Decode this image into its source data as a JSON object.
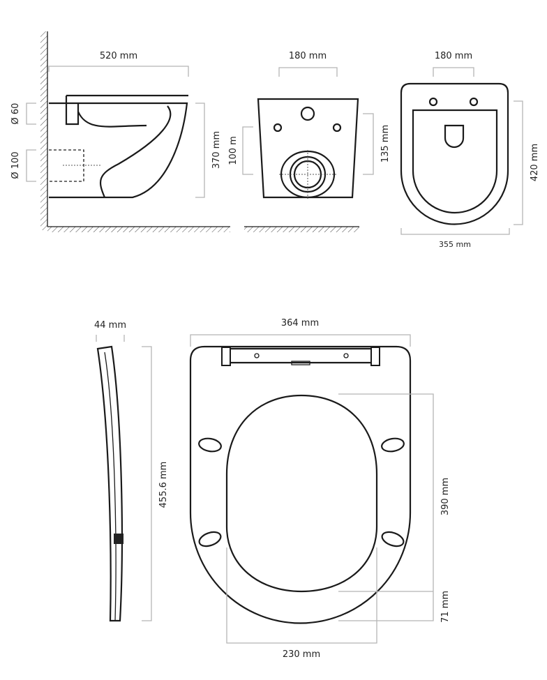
{
  "side_view": {
    "width_label": "520 mm",
    "dia_top_label": "Ø 60",
    "dia_bottom_label": "Ø 100",
    "height_label": "370 mm"
  },
  "front_view": {
    "bolt_spacing_label": "180 mm",
    "outlet_height_label": "100 m",
    "bolt_height_label": "135 mm"
  },
  "top_view": {
    "bolt_spacing_label": "180 mm",
    "length_label": "420 mm",
    "width_label": "355 mm"
  },
  "seat_side": {
    "thickness_label": "44 mm",
    "length_label": "455.6 mm"
  },
  "seat_top": {
    "width_label": "364 mm",
    "opening_length_label": "390 mm",
    "front_rim_label": "71 mm",
    "opening_width_label": "230 mm"
  }
}
